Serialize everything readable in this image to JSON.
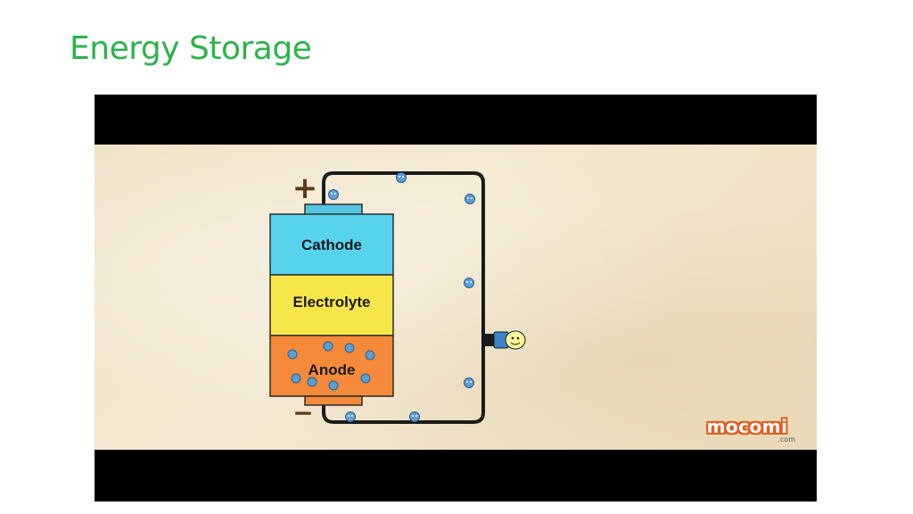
{
  "slide": {
    "title": "Energy Storage",
    "title_color": "#2db34a"
  },
  "diagram": {
    "positive_terminal": "+",
    "negative_terminal": "−",
    "layers": [
      {
        "label": "Cathode",
        "color": "#57d3ee"
      },
      {
        "label": "Electrolyte",
        "color": "#f6e64a"
      },
      {
        "label": "Anode",
        "color": "#f48a3a"
      }
    ],
    "terminal_cap_color": "#53c5e2",
    "wire_color": "#1a1a1a",
    "bulb_icon": "light-bulb-icon",
    "particle_icon": "electron-icon",
    "particle_color": "#5b9fd4"
  },
  "branding": {
    "logo_text": "mocomi",
    "logo_suffix": ".com"
  }
}
